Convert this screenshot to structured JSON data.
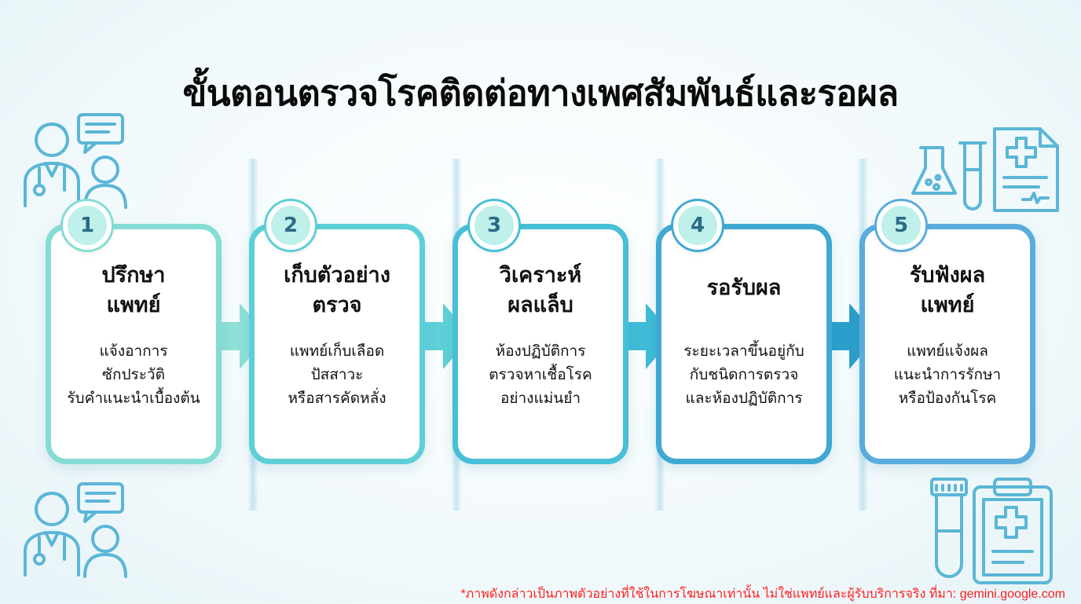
{
  "title": "ขั้นตอนตรวจโรคติดต่อทางเพศสัมพันธ์และรอผล",
  "steps": [
    {
      "number": "1",
      "heading": [
        "ปรึกษา",
        "แพทย์"
      ],
      "body": [
        "แจ้งอาการ",
        "ซักประวัติ",
        "รับคำแนะนำเบื้องต้น"
      ],
      "color": "#84dcd4"
    },
    {
      "number": "2",
      "heading": [
        "เก็บตัวอย่าง",
        "ตรวจ"
      ],
      "body": [
        "แพทย์เก็บเลือด",
        "ปัสสาวะ",
        "หรือสารคัดหลั่ง"
      ],
      "color": "#5dcfd6"
    },
    {
      "number": "3",
      "heading": [
        "วิเคราะห์",
        "ผลแล็บ"
      ],
      "body": [
        "ห้องปฏิบัติการ",
        "ตรวจหาเชื้อโรค",
        "อย่างแม่นยำ"
      ],
      "color": "#47bfd7"
    },
    {
      "number": "4",
      "heading": [
        "รอรับผล"
      ],
      "body": [
        "ระยะเวลาขึ้นอยู่กับ",
        "กับชนิดการตรวจ",
        "และห้องปฏิบัติการ"
      ],
      "color": "#3fa9d2"
    },
    {
      "number": "5",
      "heading": [
        "รับฟังผล",
        "แพทย์"
      ],
      "body": [
        "แพทย์แจ้งผล",
        "แนะนำการรักษา",
        "หรือป้องกันโรค"
      ],
      "color": "#5aacdc"
    }
  ],
  "arrow_colors": [
    "#8fe0d6",
    "#5ed0d8",
    "#3fbbd8",
    "#2b9fcb"
  ],
  "icons": [
    "doctor-consultation-icon",
    "lab-flask-test-tube-icon",
    "medical-report-icon",
    "blood-sample-tube-icon",
    "clipboard-medical-icon"
  ],
  "footnote": "*ภาพดังกล่าวเป็นภาพตัวอย่างที่ใช้ในการโฆษณาเท่านั้น ไม่ใช่แพทย์และผู้รับบริการจริง ที่มา: gemini.google.com"
}
